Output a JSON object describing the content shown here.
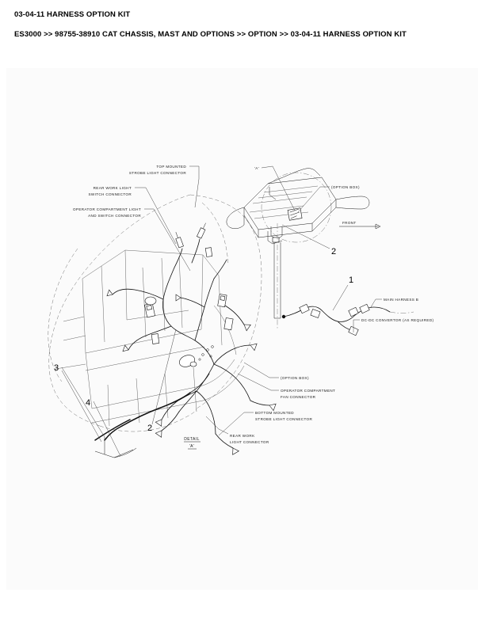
{
  "document": {
    "title": "03-04-11 HARNESS OPTION KIT",
    "breadcrumb": "ES3000 >> 98755-38910 CAT CHASSIS, MAST AND OPTIONS >> OPTION >> 03-04-11 HARNESS OPTION KIT"
  },
  "diagram": {
    "callouts": [
      {
        "id": "callout-1",
        "number": "1"
      },
      {
        "id": "callout-2-top",
        "number": "2"
      },
      {
        "id": "callout-2-bottom",
        "number": "2"
      },
      {
        "id": "callout-3",
        "number": "3"
      },
      {
        "id": "callout-4",
        "number": "4"
      }
    ],
    "labels": {
      "top_mounted_strobe_l1": "TOP MOUNTED",
      "top_mounted_strobe_l2": "STROBE LIGHT CONNECTOR",
      "rear_work_light_switch_l1": "REAR WORK LIGHT",
      "rear_work_light_switch_l2": "SWITCH CONNECTOR",
      "operator_comp_light_l1": "OPERATOR COMPARTMENT LIGHT",
      "operator_comp_light_l2": "AND SWITCH CONNECTOR",
      "detail_marker": "'A'",
      "option_box_top": "(OPTION BOX)",
      "front_arrow": "FRONT",
      "main_harness": "MAIN HARNESS B",
      "dc_dc_convertor": "DC-DC CONVERTOR (AS REQUIRED)",
      "option_box_bottom": "(OPTION BOX)",
      "operator_fan_l1": "OPERATOR COMPARTMENT",
      "operator_fan_l2": "FAN CONNECTOR",
      "bottom_strobe_l1": "BOTTOM MOUNTED",
      "bottom_strobe_l2": "STROBE LIGHT CONNECTOR",
      "rear_work_light_conn_l1": "REAR WORK",
      "rear_work_light_conn_l2": "LIGHT CONNECTOR",
      "detail_title": "DETAIL",
      "detail_title_ref": "'A'"
    },
    "colors": {
      "ink": "#1a1a1a",
      "page_background": "#ffffff",
      "panel_background": "#fbfbfb"
    }
  }
}
